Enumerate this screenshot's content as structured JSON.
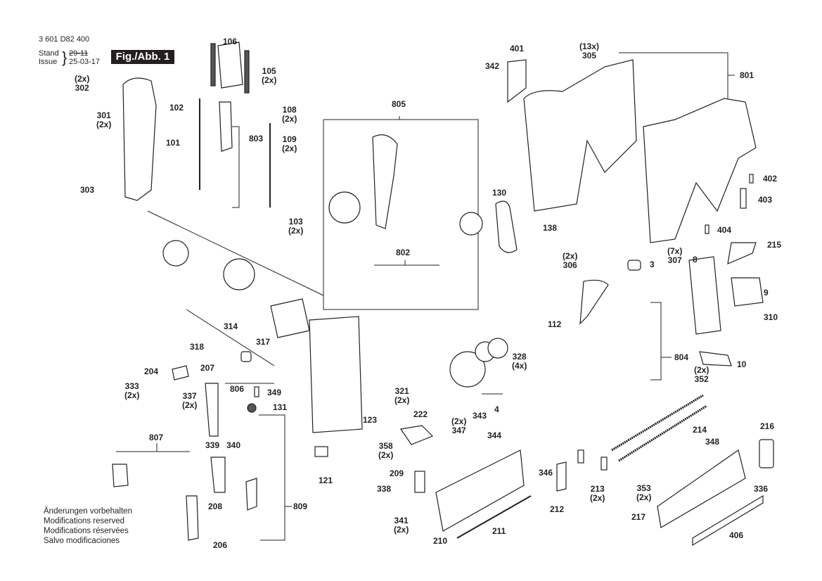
{
  "header": {
    "part_number": "3 601 D82 400",
    "stand_label": "Stand",
    "issue_label": "Issue",
    "stand_value_struck": "29-11",
    "issue_value": "25-03-17",
    "figure_label": "Fig./Abb. 1"
  },
  "notes": [
    "Änderungen vorbehalten",
    "Modifications reserved",
    "Modifications réservées",
    "Salvo modificaciones"
  ],
  "callouts": [
    {
      "id": "106",
      "qty": ""
    },
    {
      "id": "105",
      "qty": "(2x)"
    },
    {
      "id": "302",
      "qty": "(2x)"
    },
    {
      "id": "301",
      "qty": "(2x)"
    },
    {
      "id": "102",
      "qty": ""
    },
    {
      "id": "108",
      "qty": "(2x)"
    },
    {
      "id": "803",
      "qty": ""
    },
    {
      "id": "109",
      "qty": "(2x)"
    },
    {
      "id": "101",
      "qty": ""
    },
    {
      "id": "303",
      "qty": ""
    },
    {
      "id": "103",
      "qty": "(2x)"
    },
    {
      "id": "805",
      "qty": ""
    },
    {
      "id": "130",
      "qty": ""
    },
    {
      "id": "401",
      "qty": ""
    },
    {
      "id": "342",
      "qty": ""
    },
    {
      "id": "305",
      "qty": "(13x)"
    },
    {
      "id": "801",
      "qty": ""
    },
    {
      "id": "138",
      "qty": ""
    },
    {
      "id": "402",
      "qty": ""
    },
    {
      "id": "403",
      "qty": ""
    },
    {
      "id": "404",
      "qty": ""
    },
    {
      "id": "215",
      "qty": ""
    },
    {
      "id": "802",
      "qty": ""
    },
    {
      "id": "306",
      "qty": "(2x)"
    },
    {
      "id": "3",
      "qty": ""
    },
    {
      "id": "307",
      "qty": "(7x)"
    },
    {
      "id": "8",
      "qty": ""
    },
    {
      "id": "9",
      "qty": ""
    },
    {
      "id": "310",
      "qty": ""
    },
    {
      "id": "112",
      "qty": ""
    },
    {
      "id": "804",
      "qty": ""
    },
    {
      "id": "10",
      "qty": ""
    },
    {
      "id": "314",
      "qty": ""
    },
    {
      "id": "318",
      "qty": ""
    },
    {
      "id": "317",
      "qty": ""
    },
    {
      "id": "328",
      "qty": "(4x)"
    },
    {
      "id": "4",
      "qty": ""
    },
    {
      "id": "204",
      "qty": ""
    },
    {
      "id": "207",
      "qty": ""
    },
    {
      "id": "333",
      "qty": "(2x)"
    },
    {
      "id": "806",
      "qty": ""
    },
    {
      "id": "349",
      "qty": ""
    },
    {
      "id": "337",
      "qty": "(2x)"
    },
    {
      "id": "131",
      "qty": ""
    },
    {
      "id": "321",
      "qty": "(2x)"
    },
    {
      "id": "123",
      "qty": ""
    },
    {
      "id": "222",
      "qty": ""
    },
    {
      "id": "352",
      "qty": "(2x)"
    },
    {
      "id": "807",
      "qty": ""
    },
    {
      "id": "339",
      "qty": ""
    },
    {
      "id": "340",
      "qty": ""
    },
    {
      "id": "358",
      "qty": "(2x)"
    },
    {
      "id": "347",
      "qty": "(2x)"
    },
    {
      "id": "343",
      "qty": ""
    },
    {
      "id": "344",
      "qty": ""
    },
    {
      "id": "214",
      "qty": ""
    },
    {
      "id": "216",
      "qty": ""
    },
    {
      "id": "348",
      "qty": ""
    },
    {
      "id": "121",
      "qty": ""
    },
    {
      "id": "209",
      "qty": ""
    },
    {
      "id": "346",
      "qty": ""
    },
    {
      "id": "338",
      "qty": ""
    },
    {
      "id": "208",
      "qty": ""
    },
    {
      "id": "809",
      "qty": ""
    },
    {
      "id": "212",
      "qty": ""
    },
    {
      "id": "213",
      "qty": "(2x)"
    },
    {
      "id": "353",
      "qty": "(2x)"
    },
    {
      "id": "336",
      "qty": ""
    },
    {
      "id": "341",
      "qty": "(2x)"
    },
    {
      "id": "211",
      "qty": ""
    },
    {
      "id": "217",
      "qty": ""
    },
    {
      "id": "210",
      "qty": ""
    },
    {
      "id": "406",
      "qty": ""
    },
    {
      "id": "206",
      "qty": ""
    }
  ]
}
